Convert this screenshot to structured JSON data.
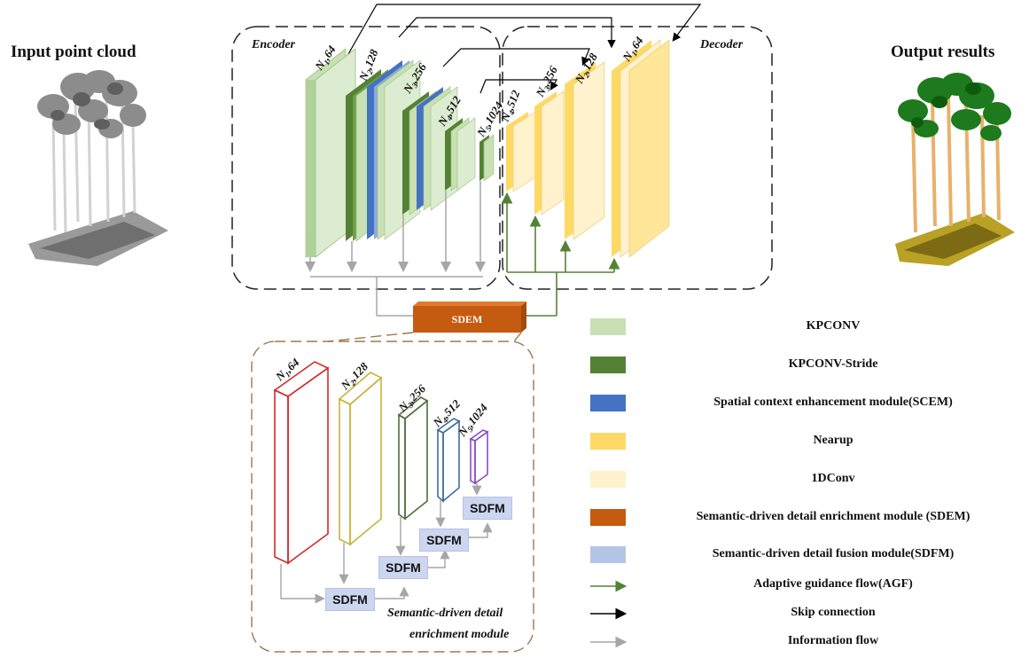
{
  "titles": {
    "input": "Input point cloud",
    "output": "Output results"
  },
  "encoder": {
    "label": "Encoder",
    "layers": [
      "N1,64",
      "N2,128",
      "N3,256",
      "N4,512",
      "N5,1024"
    ]
  },
  "decoder": {
    "label": "Decoder",
    "layers": [
      "N4,512",
      "N3,256",
      "N2,128",
      "N1,64"
    ]
  },
  "sdem": {
    "label": "SDEM",
    "module_title_line1": "Semantic-driven detail",
    "module_title_line2": "enrichment module",
    "layers": [
      "N1,64",
      "N2,128",
      "N3,256",
      "N4,512",
      "N5,1024"
    ],
    "fusion_label": "SDFM"
  },
  "legend": [
    {
      "label": "KPCONV",
      "color": "#c8e0b4"
    },
    {
      "label": "KPCONV-Stride",
      "color": "#548235"
    },
    {
      "label": "Spatial context enhancement module(SCEM)",
      "color": "#4472c4"
    },
    {
      "label": "Nearup",
      "color": "#ffd966"
    },
    {
      "label": "1DConv",
      "color": "#fff2cc"
    },
    {
      "label": "Semantic-driven detail enrichment module (SDEM)",
      "color": "#c55a11"
    },
    {
      "label": "Semantic-driven detail fusion module(SDFM)",
      "color": "#b4c6e7"
    },
    {
      "label": "Adaptive guidance flow(AGF)",
      "color": "#548235"
    },
    {
      "label": "Skip connection",
      "color": "#000000"
    },
    {
      "label": "Information flow",
      "color": "#a6a6a6"
    }
  ]
}
